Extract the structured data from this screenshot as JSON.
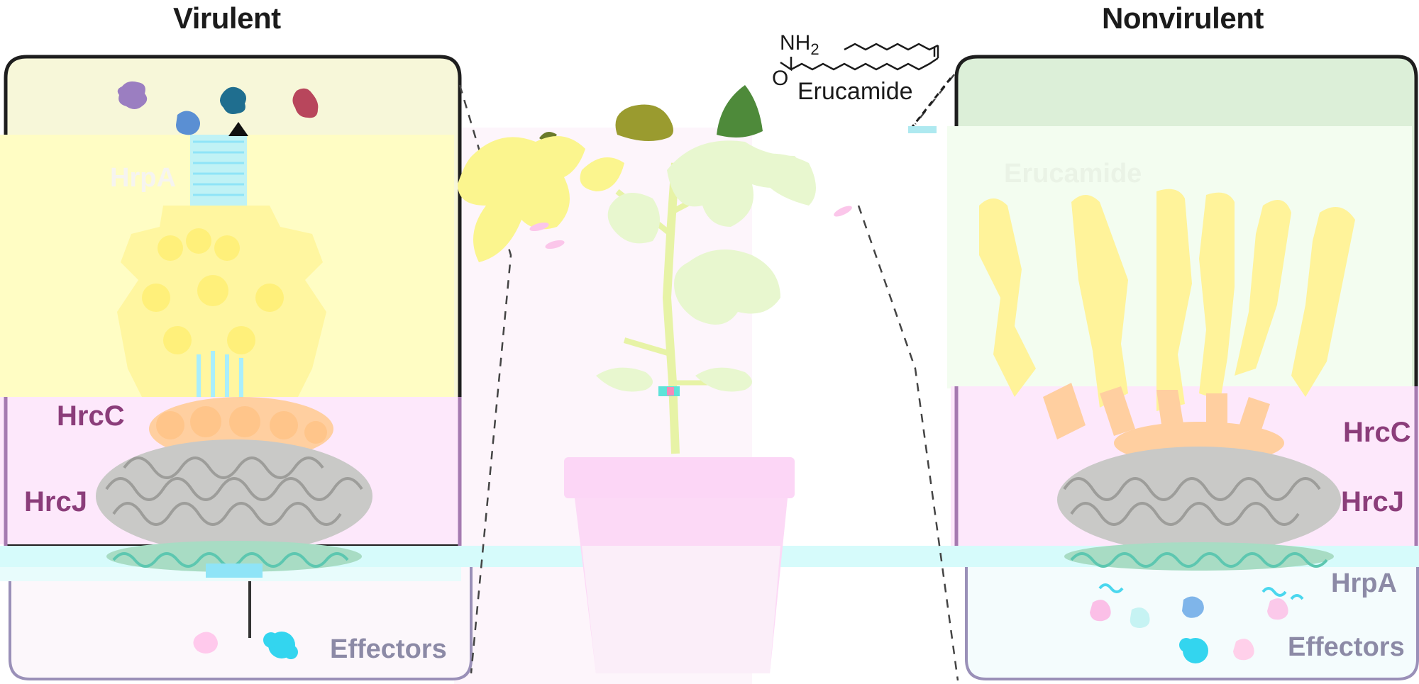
{
  "titles": {
    "left": "Virulent",
    "right": "Nonvirulent"
  },
  "molecule": {
    "name": "Erucamide",
    "amine_group": "NH2",
    "carbonyl_o": "O"
  },
  "left_panel": {
    "top_label": "HrpA",
    "mid_labels": [
      "HrcC",
      "HrcJ"
    ],
    "bottom_label": "Effectors"
  },
  "right_panel": {
    "top_label": "Erucamide",
    "mid_labels": [
      "HrcC",
      "HrcJ"
    ],
    "lower_labels": [
      "HrpA",
      "Effectors"
    ]
  },
  "colors": {
    "left_top_bg": "#f7f7d9",
    "right_top_bg": "#dcefd8",
    "membrane_pink": "#fde8fb",
    "cyan_band": "#d6fbfb",
    "yellow_overlay": "#fffdc4",
    "label_purple": "#8b3d7a",
    "label_gray": "#8c8aa6"
  },
  "icons": [
    "tomato-plant-icon",
    "flower-pot-icon",
    "protein-blob-icon",
    "secretion-needle-icon",
    "arrowhead-icon"
  ]
}
